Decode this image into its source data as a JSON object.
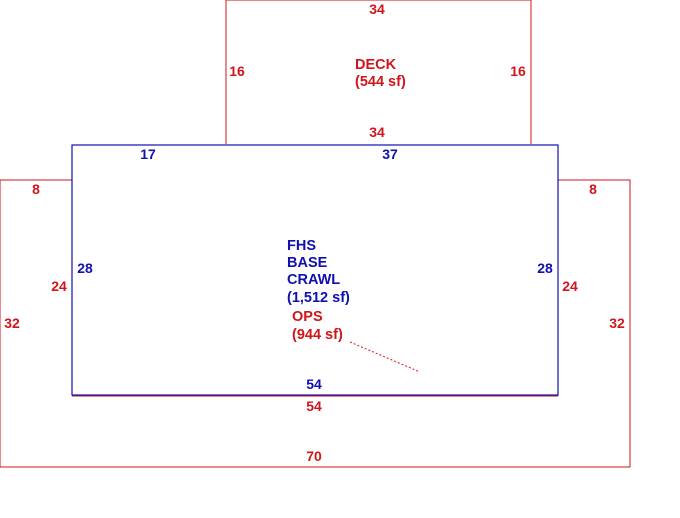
{
  "colors": {
    "red": "#d0161b",
    "blue": "#1010b0",
    "background": "#ffffff"
  },
  "deck": {
    "name": "DECK",
    "area": "(544 sf)",
    "dim_top": "34",
    "dim_bottom": "34",
    "dim_left": "16",
    "dim_right": "16"
  },
  "base": {
    "lines": [
      "FHS",
      "BASE",
      "CRAWL",
      "(1,512 sf)"
    ],
    "dim_top_left": "17",
    "dim_top_right": "37",
    "dim_left": "28",
    "dim_right": "28",
    "dim_bottom": "54"
  },
  "ops": {
    "name": "OPS",
    "area": "(944 sf)",
    "dim_top_left": "8",
    "dim_top_right": "8",
    "dim_left_outer": "32",
    "dim_right_outer": "32",
    "dim_left_inner": "24",
    "dim_right_inner": "24",
    "dim_inner_bottom": "54",
    "dim_bottom": "70"
  }
}
